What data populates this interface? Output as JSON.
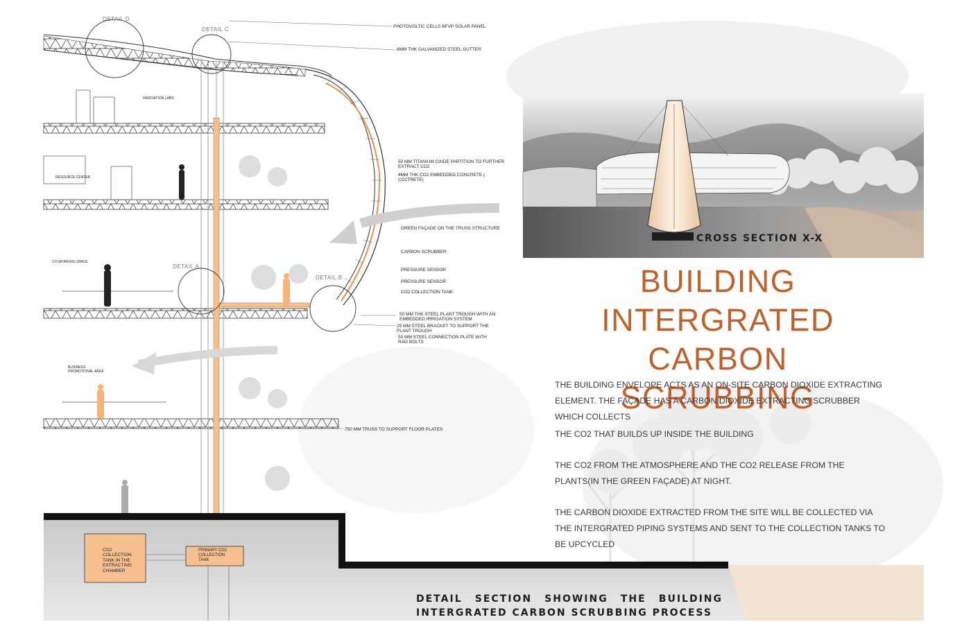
{
  "title": {
    "line1": "BUILDING",
    "line2": "INTERGRATED",
    "line3": "CARBON SCRUBBING"
  },
  "description": [
    "THE BUILDING ENVELOPE ACTS AS AN ON-SITE CARBON DIOXIDE EXTRACTING ELEMENT. THE FAÇADE HAS A CARBON DIOXIDE EXTRACTING SCRUBBER WHICH COLLECTS",
    "THE CO2 THAT BUILDS UP INSIDE THE BUILDING",
    "THE CO2 FROM THE ATMOSPHERE AND THE CO2 RELEASE FROM THE PLANTS(IN THE GREEN FAÇADE) AT NIGHT.",
    "THE CARBON DIOXIDE EXTRACTED FROM  THE SITE WILL BE COLLECTED VIA THE INTERGRATED PIPING SYSTEMS AND SENT TO THE COLLECTION TANKS TO BE UPCYCLED"
  ],
  "cross_section_title": "CROSS SECTION X-X",
  "caption": {
    "words1": [
      "DETAIL",
      "SECTION",
      "SHOWING",
      "THE",
      "BUILDING"
    ],
    "line2": "INTERGRATED CARBON SCRUBBING PROCESS"
  },
  "details": {
    "a": "DETAIL A",
    "b": "DETAIL B",
    "c": "DETAIL C",
    "d": "DETAIL D"
  },
  "labels": {
    "pv": "PHOTOVOLTIC  CELLS BFVP SOLAR PANEL",
    "gutter": "6MM THK GALVANIZED STEEL GUTTER",
    "titanium": "50 MM TITANIUM OXIDE PARTITION TO FURTHER EXTRACT CO2",
    "concrete": "4MM THK CO2 EMBEDDED CONCRETE ( CO2TRETE)",
    "green_facade": "GREEN FAÇADE ON THE TRUSS STRUCTURE",
    "scrubber": "CARBON SCRUBBER",
    "pressure1": "PRESSURE SENSOR",
    "pressure2": "PRESSURE SENSOR",
    "co2_tank": "CO2 COLLECTION TANK",
    "trough": "50 MM THK STEEL PLANT TROUGH WITH AN EMBEDDED IRRIGATION SYSTEM",
    "bracket": "25 MM STEEL BRACKET TO SUPPORT THE PLANT TROUGH",
    "plate": "50 MM STEEL CONNECTION PLATE WITH RAG BOLTS",
    "truss": "750 MM TRUSS  TO SUPPORT FLOOR PLATES"
  },
  "spaces": {
    "innovation": "INNOVATION LABS",
    "resource": "RESOURCE CENTER",
    "coworking": "CO-WORKING SPACE",
    "business": "BUSINESS PROMOTIONAL AREA"
  },
  "tanks": {
    "chamber": "CO2 COLLECTION TANK IN THE EXTRACTING CHAMBER",
    "primary": "PRIMARY CO2 COLLECTION TANK"
  },
  "colors": {
    "accent": "#c1602a",
    "pipe": "#f6c18f",
    "tank": "#f6c18f",
    "ink": "#1e1e1e"
  }
}
